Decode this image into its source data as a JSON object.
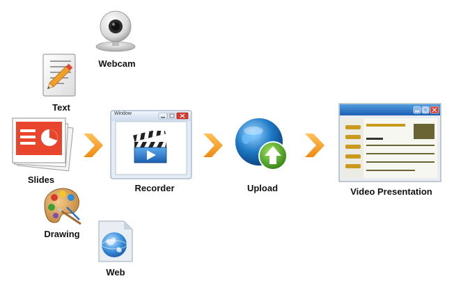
{
  "inputs": {
    "webcam": {
      "label": "Webcam",
      "icon": "webcam-icon"
    },
    "text": {
      "label": "Text",
      "icon": "notepad-pencil-icon"
    },
    "slides": {
      "label": "Slides",
      "icon": "presentation-slides-icon"
    },
    "drawing": {
      "label": "Drawing",
      "icon": "paint-palette-icon"
    },
    "web": {
      "label": "Web",
      "icon": "globe-page-icon"
    }
  },
  "recorder": {
    "label": "Recorder",
    "window_title": "Window",
    "icon": "clapperboard-play-icon"
  },
  "upload": {
    "label": "Upload",
    "icon": "globe-upload-icon"
  },
  "output": {
    "label": "Video Presentation",
    "icon": "web-page-window-icon"
  },
  "colors": {
    "arrow": "#f5a623",
    "slides_red": "#e8452c",
    "window_titlebar": "#dbe7f5",
    "globe_blue": "#1c78c4",
    "upload_green": "#3fa01f",
    "page_gold": "#c99a1e",
    "close_red": "#d9382e"
  }
}
